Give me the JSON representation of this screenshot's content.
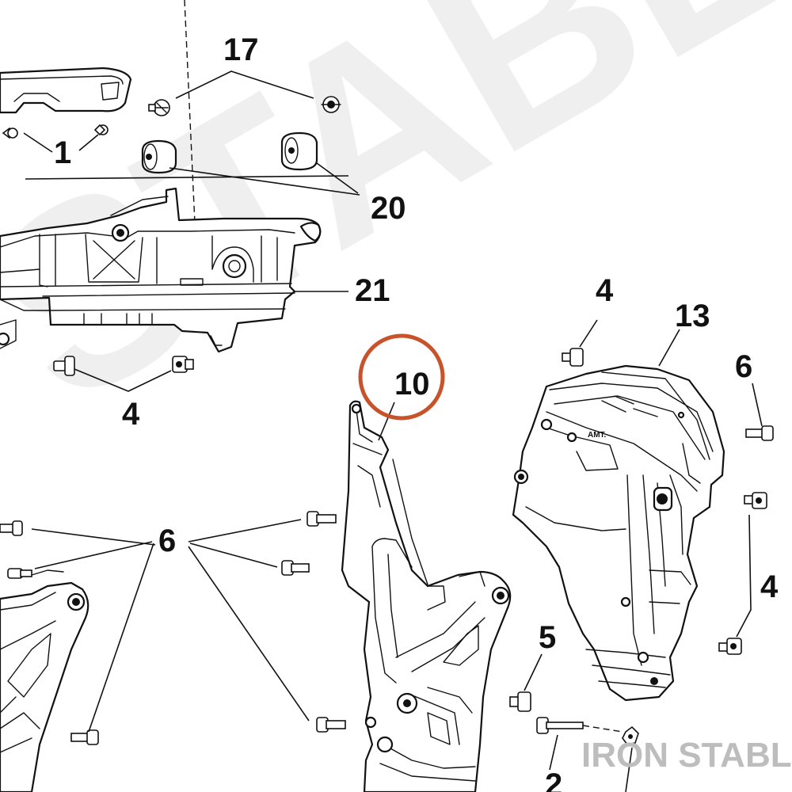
{
  "watermark": {
    "text": "STABLE"
  },
  "brand": {
    "text": "IRON STABLE"
  },
  "labels": {
    "amt_tag": "AMT."
  },
  "callouts": [
    {
      "id": "17",
      "text": "17"
    },
    {
      "id": "1",
      "text": "1"
    },
    {
      "id": "20",
      "text": "20"
    },
    {
      "id": "21",
      "text": "21"
    },
    {
      "id": "4a",
      "text": "4"
    },
    {
      "id": "10",
      "text": "10"
    },
    {
      "id": "4b",
      "text": "4"
    },
    {
      "id": "13",
      "text": "13"
    },
    {
      "id": "6a",
      "text": "6"
    },
    {
      "id": "6b",
      "text": "6"
    },
    {
      "id": "4c",
      "text": "4"
    },
    {
      "id": "5",
      "text": "5"
    },
    {
      "id": "2",
      "text": "2"
    }
  ],
  "highlight": {
    "target": "10",
    "color": "#c8532a"
  }
}
